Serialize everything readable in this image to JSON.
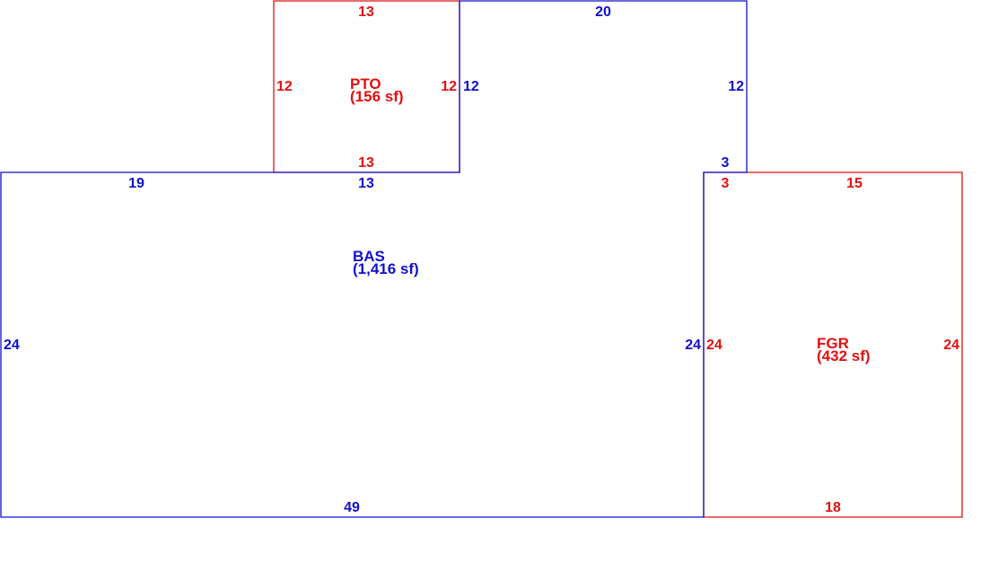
{
  "colors": {
    "bas": "#1010cc",
    "addition": "#e01010",
    "background": "#ffffff"
  },
  "areas": {
    "pto": {
      "name": "PTO",
      "size": "(156 sf)"
    },
    "bas": {
      "name": "BAS",
      "size": "(1,416 sf)"
    },
    "fgr": {
      "name": "FGR",
      "size": "(432 sf)"
    }
  },
  "dimensions": {
    "pto_top": "13",
    "pto_left": "12",
    "pto_right": "12",
    "pto_bottom": "13",
    "bas_upper_top": "20",
    "bas_upper_left": "12",
    "bas_upper_right": "12",
    "bas_step": "3",
    "bas_top_left": "19",
    "bas_top_mid": "13",
    "bas_left": "24",
    "bas_right": "24",
    "bas_bottom": "49",
    "fgr_step": "3",
    "fgr_top": "15",
    "fgr_left": "24",
    "fgr_right": "24",
    "fgr_bottom": "18"
  }
}
